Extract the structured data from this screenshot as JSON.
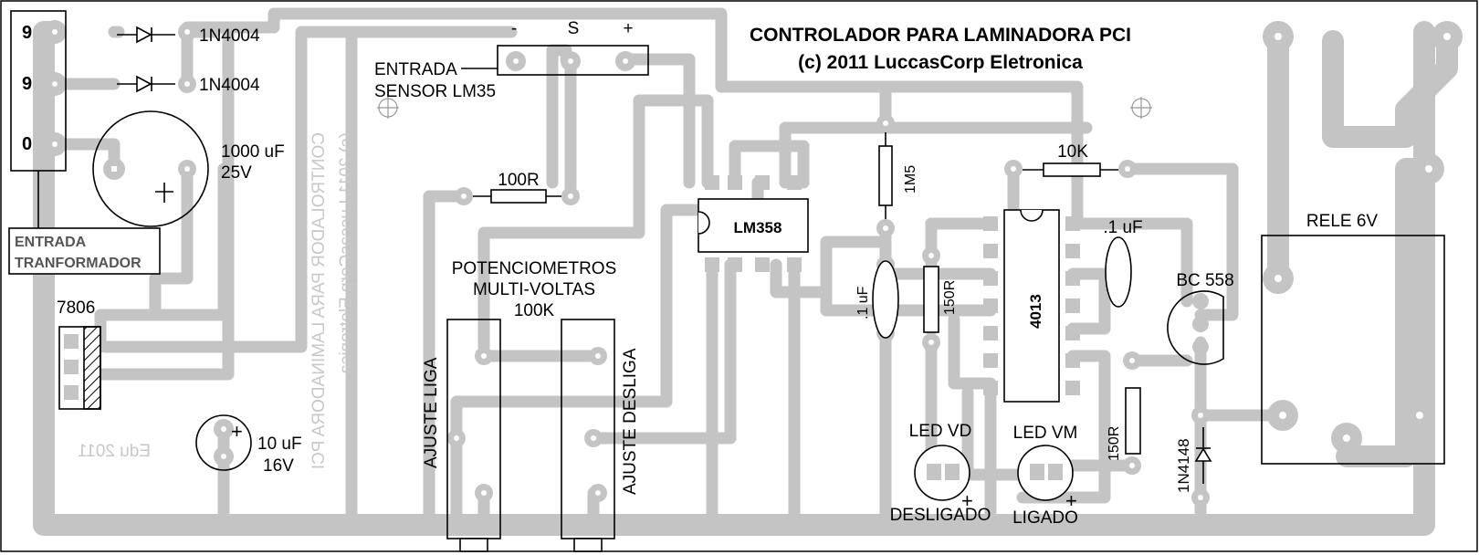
{
  "title": "CONTROLADOR PARA LAMINADORA PCI",
  "subtitle": "(c) 2011 LuccasCorp Eletronica",
  "mirrored_text": {
    "line1": "CONTROLADOR PARA LAMINADORA PCI",
    "line2": "(c) 2011 LuccasCorp Eletronica",
    "signature": "Edu 2011"
  },
  "connector": {
    "pins": [
      "9",
      "9",
      "0"
    ],
    "label_line1": "ENTRADA",
    "label_line2": "TRANFORMADOR"
  },
  "diodes": {
    "d1": "1N4004",
    "d2": "1N4004",
    "d3": "1N4148"
  },
  "capacitors": {
    "c1_value": "1000 uF",
    "c1_voltage": "25V",
    "c2_value": "10 uF",
    "c2_voltage": "16V",
    "c3": ".1 uF",
    "c4": ".1 uF"
  },
  "regulator": "7806",
  "sensor": {
    "pins": [
      "-",
      "S",
      "+"
    ],
    "label_line1": "ENTRADA",
    "label_line2": "SENSOR LM35"
  },
  "resistors": {
    "r1": "100R",
    "r2": "1M5",
    "r3": "150R",
    "r4": "10K",
    "r5": "150R"
  },
  "potentiometers": {
    "heading_line1": "POTENCIOMETROS",
    "heading_line2": "MULTI-VOLTAS",
    "heading_line3": "100K",
    "p1": "AJUSTE LIGA",
    "p2": "AJUSTE DESLIGA"
  },
  "ics": {
    "u1": "LM358",
    "u2": "4013"
  },
  "transistor": "BC 558",
  "relay": "RELE 6V",
  "leds": {
    "led1_label": "LED VD",
    "led1_state": "DESLIGADO",
    "led2_label": "LED VM",
    "led2_state": "LIGADO",
    "plus": "+"
  },
  "symbols": {
    "plus": "+"
  }
}
